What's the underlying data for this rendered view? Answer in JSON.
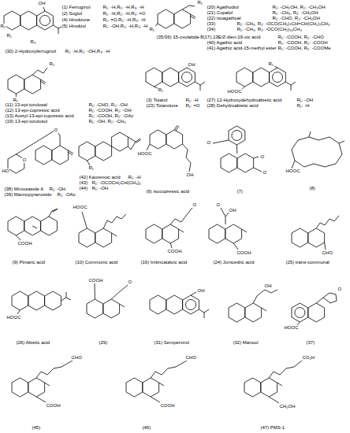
{
  "diagram": {
    "labels": [
      "OH",
      "R₃",
      "R₂",
      "R₁",
      "(1) Ferruginol",
      "R₁: -H,R₂: -H,R₃: -H",
      "(2) Sugiol",
      "R₁: -H,R₂: -H,R₃: =O",
      "(4) Hinokione",
      "R₁: =O,R₂: -H,R₃: -H",
      "(5) Hinokiol",
      "R₁: -OH,R₂: -H,R₃: -H",
      "(30) 2-Hydroxyferruginol",
      "R₁: -H,R₂: -OH,R₃: -H",
      "R₂",
      "R₁",
      "(20) Agathodiol",
      "R₁: -CH₂OH, R₂: -CH₂OH",
      "(21) Copalol",
      "R₁: -CH₃, R₂: -CH₂OH",
      "(22) isoagathoal",
      "R₁: -CHO, R₂: -CH₂OH",
      "(33)",
      "R₁: -CH₃, R₂: -OCO(CH₂)₇CH=CH(CH₂)₇CH₃",
      "(34)",
      "R₁: -CH₃, R₂: -OCO(CH₂)₁₄CH₃",
      "(35/36) 15-oxolabda-8(17),13E/Z-dien-19-oic acid",
      "R₁: -COOH, R₂: -CHO",
      "(40) Agathic acid",
      "R₁: -COOH, R₂: -COOH",
      "(41) Agathic acid-15-methyl ester",
      "R₁: -COOH, R₂: -COOMe",
      "R₂",
      "R₁",
      "(11) 13-epi-torulosal",
      "R₁: -CHO, R₂: -OH",
      "(12) 13-epi-cupressic acid",
      "R₁: -COOH, R₂: -OH",
      "(13) Acetyl-13-epi-cupressic acid",
      "R₁: -COOH, R₂: -OAc",
      "(19) 13-epi-torulosol",
      "R₁: -OH, R₂: -CH₃",
      "OH",
      "R₁",
      "(3) Totarol",
      "R₁: -H",
      "(23) Totarolone",
      "R₁: =O",
      "R₁",
      "HOOC",
      "(27) 12-Hydroxydehydroabietic acid",
      "R₁: -OH",
      "(28) Dehydroabietic acid",
      "R₁: -H",
      "HO",
      "O",
      "O",
      "R₁",
      "(38) Mimosaside A",
      "R₁: -OH",
      "(39) Mannopyranoside",
      "R₁: -OAc",
      "R₁",
      "(42) Kaurenoic acid",
      "R₁: -H",
      "(43)",
      "R₁: -OCOCH₂CH(CH₃)₂",
      "(44)",
      "R₁: -OH",
      "HOOC",
      "OH",
      "(6) isocupressic acid",
      "O",
      "O",
      "O",
      "(7)",
      "HOOC",
      "(8)",
      "COOH",
      "(9) Pimaric acid",
      "HOOC",
      "(10) Communic acid",
      "O",
      "COOH",
      "(16) Imbricataloic acid",
      "O",
      "OH",
      "COOH",
      "(24) Junicedric acid",
      "CHO",
      "(25) trans-communal",
      "HOOC",
      "(26) Abietic acid",
      "COOH",
      "O",
      "(29)",
      "OH",
      "(31) Sempervirol",
      "OH",
      "(32) Manool",
      "HOOC",
      "O",
      "(37)",
      "CHO",
      "COOH",
      "(45)",
      "CHO",
      "COOH",
      "(46)",
      "CO₂H",
      "CH₂OH",
      "(47) PMS-1"
    ]
  }
}
